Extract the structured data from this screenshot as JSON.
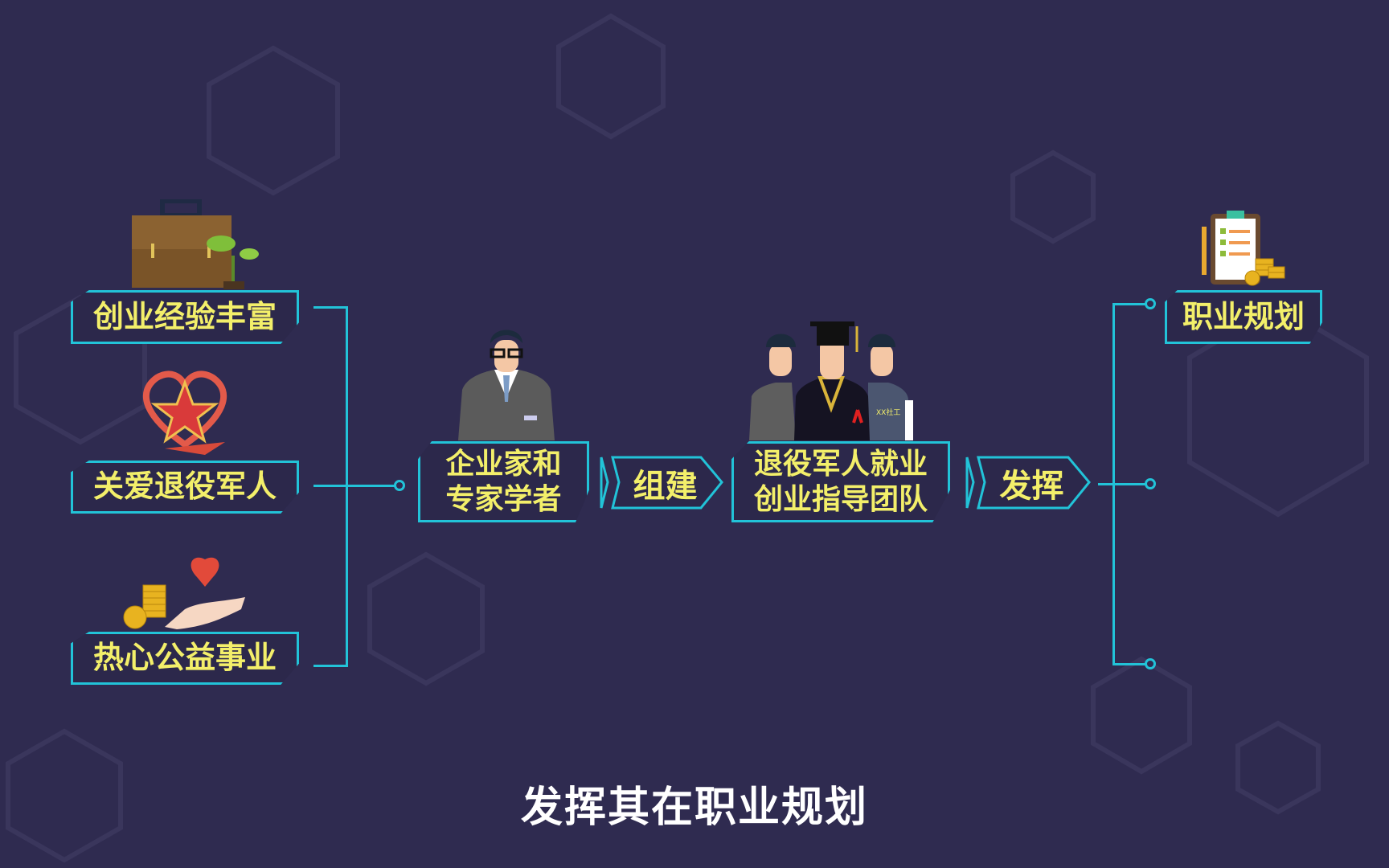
{
  "left_items": [
    {
      "label": "创业经验丰富",
      "icon": "briefcase-plant-icon"
    },
    {
      "label": "关爱退役军人",
      "icon": "heart-star-icon"
    },
    {
      "label": "热心公益事业",
      "icon": "hand-heart-coins-icon"
    }
  ],
  "experts": {
    "line1": "企业家和",
    "line2": "专家学者",
    "icon": "businessman-icon"
  },
  "arrow1": "组建",
  "team": {
    "line1": "退役军人就业",
    "line2": "创业指导团队",
    "icon": "team-graduate-icon",
    "badge": "XX社工"
  },
  "arrow2": "发挥",
  "right_items": [
    {
      "label": "职业规划",
      "icon": "clipboard-coins-icon"
    }
  ],
  "subtitle": "发挥其在职业规划",
  "colors": {
    "background": "#2f2b50",
    "accent": "#22c3d8",
    "text": "#f3ef6a"
  }
}
